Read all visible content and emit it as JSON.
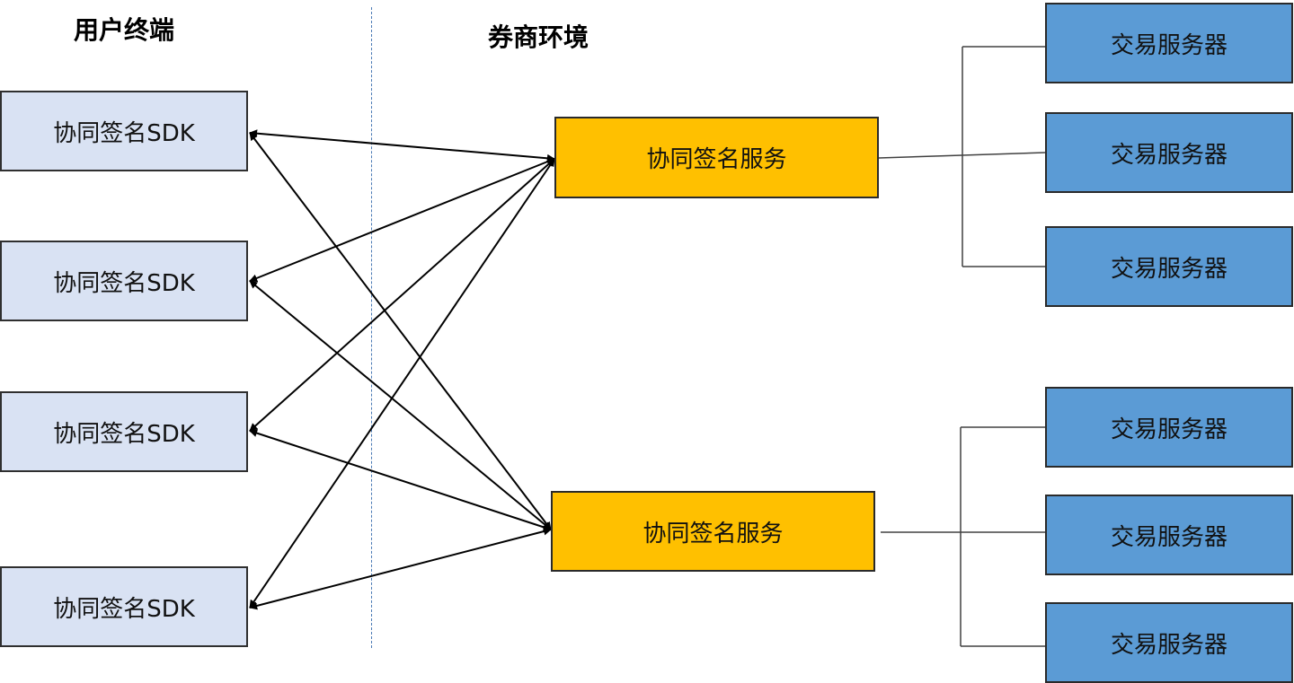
{
  "zones": {
    "user_terminal": "用户终端",
    "broker_env": "券商环境"
  },
  "sdk_nodes": [
    {
      "label": "协同签名SDK"
    },
    {
      "label": "协同签名SDK"
    },
    {
      "label": "协同签名SDK"
    },
    {
      "label": "协同签名SDK"
    }
  ],
  "service_nodes": [
    {
      "label": "协同签名服务"
    },
    {
      "label": "协同签名服务"
    }
  ],
  "trade_servers": [
    {
      "label": "交易服务器"
    },
    {
      "label": "交易服务器"
    },
    {
      "label": "交易服务器"
    },
    {
      "label": "交易服务器"
    },
    {
      "label": "交易服务器"
    },
    {
      "label": "交易服务器"
    }
  ],
  "colors": {
    "sdk_fill": "#d9e2f3",
    "service_fill": "#ffc000",
    "server_fill": "#5b9bd5",
    "divider": "#4a7ab5"
  }
}
